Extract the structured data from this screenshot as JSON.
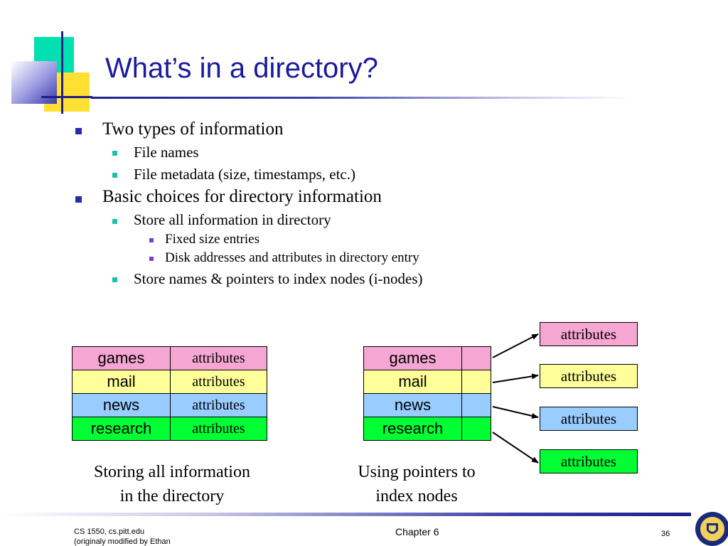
{
  "slide": {
    "title": "What’s in a directory?",
    "bullets": [
      {
        "text": "Two types of information"
      },
      {
        "text": "File names"
      },
      {
        "text": "File metadata (size, timestamps, etc.)"
      },
      {
        "text": "Basic choices for directory information"
      },
      {
        "text": "Store all information in directory"
      },
      {
        "text": "Fixed size entries"
      },
      {
        "text": "Disk addresses and attributes in directory entry"
      },
      {
        "text": "Store names & pointers to index nodes (i-nodes)"
      }
    ]
  },
  "left_table": {
    "rows": [
      {
        "name": "games",
        "attr": "attributes"
      },
      {
        "name": "mail",
        "attr": "attributes"
      },
      {
        "name": "news",
        "attr": "attributes"
      },
      {
        "name": "research",
        "attr": "attributes"
      }
    ],
    "caption_line1": "Storing all information",
    "caption_line2": "in the directory"
  },
  "right_table": {
    "rows": [
      {
        "name": "games"
      },
      {
        "name": "mail"
      },
      {
        "name": "news"
      },
      {
        "name": "research"
      }
    ],
    "inodes": [
      "attributes",
      "attributes",
      "attributes",
      "attributes"
    ],
    "caption_line1": "Using pointers to",
    "caption_line2": "index nodes"
  },
  "row_colors": [
    "#f5a6d2",
    "#ffff99",
    "#99ccff",
    "#00ff33"
  ],
  "footer": {
    "course": "CS 1550, cs.pitt.edu",
    "course_line2": "(originaly modified by Ethan",
    "chapter": "Chapter 6",
    "page": "36",
    "logo_icon": "university-seal-icon"
  }
}
